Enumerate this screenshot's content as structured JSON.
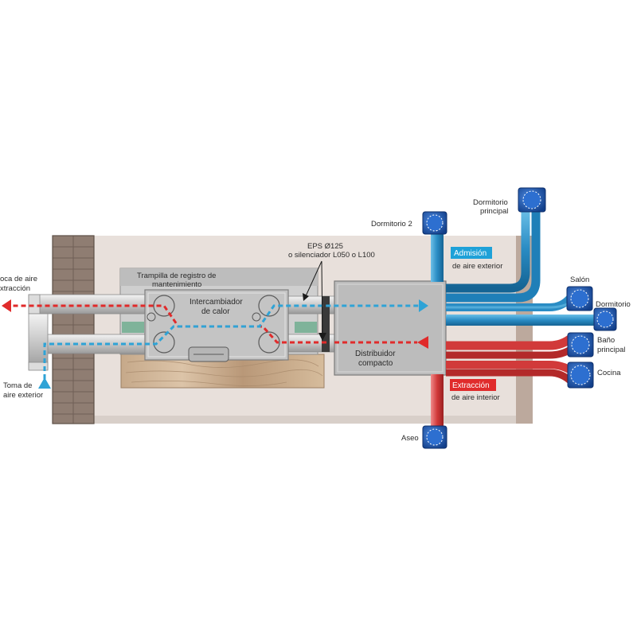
{
  "labels": {
    "boca_aire_1": "oca de aire",
    "boca_aire_2": "xtracción",
    "toma_1": "Toma de",
    "toma_2": "aire exterior",
    "trampilla_1": "Trampilla de registro de",
    "trampilla_2": "mantenimiento",
    "intercambiador_1": "Intercambiador",
    "intercambiador_2": "de calor",
    "eps_1": "EPS Ø125",
    "eps_2": "o silenciador L050 o L100",
    "distribuidor_1": "Distribuidor",
    "distribuidor_2": "compacto",
    "dormitorio2": "Dormitorio 2",
    "dormitorio_principal_1": "Dormitorio",
    "dormitorio_principal_2": "principal",
    "salon": "Salón",
    "dormitorio": "Dormitorio",
    "bano_1": "Baño",
    "bano_2": "principal",
    "cocina": "Cocina",
    "aseo": "Aseo",
    "admision": "Admisión",
    "admision_sub": "de aire exterior",
    "extraccion": "Extracción",
    "extraccion_sub": "de aire interior"
  },
  "colors": {
    "supply": "#2fa3d6",
    "extract": "#e02b2b",
    "duct_blue": "#1f7fb8",
    "duct_red": "#d13a3a",
    "grille": "#1e5bb8",
    "wall": "#9b8a80",
    "ceiling": "#e9e1dc",
    "unit": "#c9c9c9"
  }
}
